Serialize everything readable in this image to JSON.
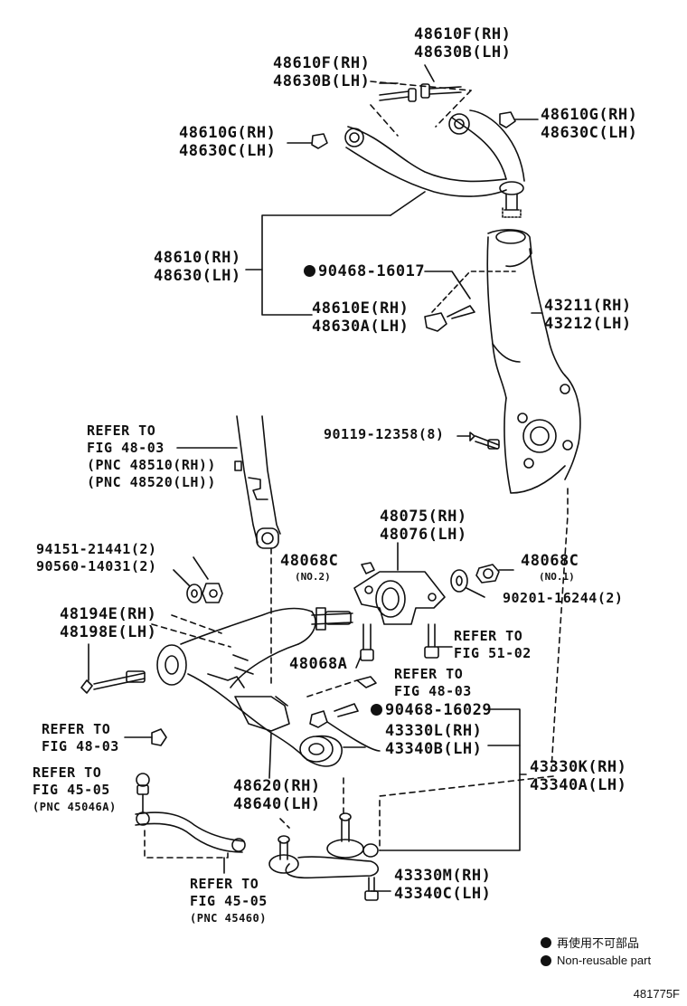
{
  "labels": {
    "upper_bolt_top": [
      "48610F(RH)",
      "48630B(LH)"
    ],
    "upper_bolt_left": [
      "48610F(RH)",
      "48630B(LH)"
    ],
    "upper_nut_right": [
      "48610G(RH)",
      "48630C(LH)"
    ],
    "upper_nut_left": [
      "48610G(RH)",
      "48630C(LH)"
    ],
    "upper_arm": [
      "48610(RH)",
      "48630(LH)"
    ],
    "cotter_pin_upper": "90468-16017",
    "upper_ball_nut": [
      "48610E(RH)",
      "48630A(LH)"
    ],
    "knuckle": [
      "43211(RH)",
      "43212(LH)"
    ],
    "knuckle_bolt": "90119-12358(8)",
    "refer_strut": [
      "REFER TO",
      "FIG 48-03",
      "(PNC 48510(RH))",
      "(PNC 48520(LH))"
    ],
    "bushing_bracket": [
      "48075(RH)",
      "48076(LH)"
    ],
    "nut_no2": "48068C",
    "nut_no2_sub": "(NO.2)",
    "nut_no1": "48068C",
    "nut_no1_sub": "(NO.1)",
    "washer_pair": [
      "94151-21441(2)",
      "90560-14031(2)"
    ],
    "washer_right": "90201-16244(2)",
    "lower_cam_bolt": [
      "48194E(RH)",
      "48198E(LH)"
    ],
    "refer_51": [
      "REFER TO",
      "FIG 51-02"
    ],
    "bolt_48068A": "48068A",
    "refer_48_mid": [
      "REFER TO",
      "FIG 48-03"
    ],
    "cotter_pin_lower": "90468-16029",
    "lower_ball_nut": [
      "43330L(RH)",
      "43340B(LH)"
    ],
    "refer_48_left": [
      "REFER TO",
      "FIG 48-03"
    ],
    "ball_joint": [
      "43330K(RH)",
      "43340A(LH)"
    ],
    "lower_arm": [
      "48620(RH)",
      "48640(LH)"
    ],
    "refer_45_upper": [
      "REFER TO",
      "FIG 45-05",
      "(PNC 45046A)"
    ],
    "refer_45_lower": [
      "REFER TO",
      "FIG 45-05",
      "(PNC 45460)"
    ],
    "ball_joint_bolt": [
      "43330M(RH)",
      "43340C(LH)"
    ]
  },
  "legend": {
    "japanese": "再使用不可部品",
    "english": "Non-reusable part"
  },
  "figure_id": "481775F"
}
